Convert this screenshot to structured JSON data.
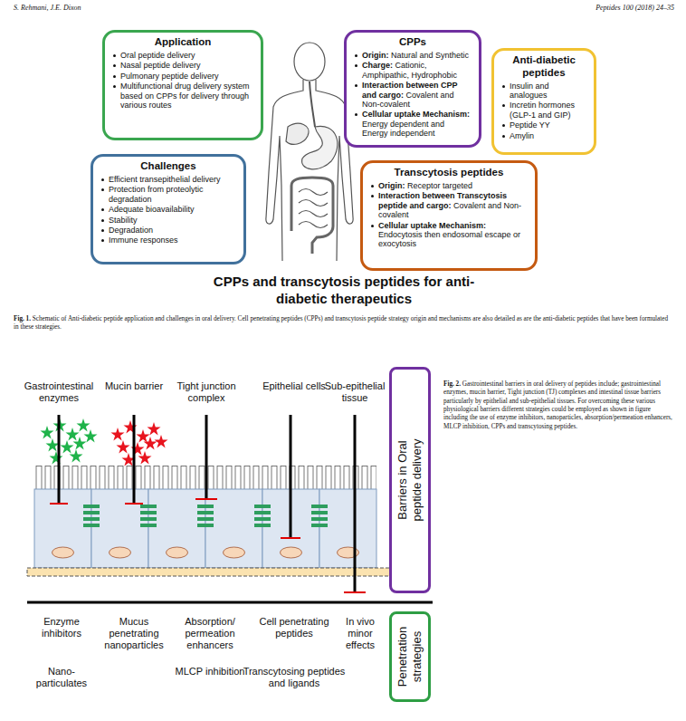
{
  "diagram": {
    "title": "CPPs and transcytosis peptides for anti-diabetic therapeutics",
    "caption": "Fig. 1. Schematic of Anti-diabetic peptide application and challenges in oral delivery. Cell penetrating peptides (CPPs) and transcytosis peptide strategy origin and mechanisms are also detailed as are the anti-diabetic peptides that have been formulated in these strategies.",
    "nodes": [
      {
        "text": [
          "Application",
          "Oral peptide delivery",
          "Nasal peptide delivery",
          "Pulmonary peptide delivery",
          "Multifunctional drug delivery system based on CPPs for delivery through various routes"
        ]
      },
      {
        "text": [
          "CPPs",
          "Origin: Natural and Synthetic",
          "Charge: Cationic, Amphipathic, Hydrophobic",
          "Interaction between CPP and cargo: Covalent and Non-covalent",
          "Cellular uptake Mechanism: Energy dependent and Energy independent"
        ]
      },
      {
        "text": [
          "Anti-diabetic peptides",
          "Insulin and analogues",
          "Incretin hormones (GLP-1 and GIP)",
          "Peptide YY",
          "Amylin"
        ]
      },
      {
        "text": [
          "Challenges",
          "Efficient transepithelial delivery",
          "Protection from proteolytic degradation",
          "Adequate bioavailability",
          "Stability",
          "Degradation",
          "Immune responses"
        ]
      },
      {
        "text": [
          "Transcytosis peptides",
          "Origin: Receptor targeted",
          "Interaction between Transcytosis peptide and cargo: Covalent and Non-covalent",
          "Cellular uptake Mechanism: Endocytosis then endosomal escape or exocytosis"
        ]
      },
      {
        "text": [
          "Barriers in Oral peptide delivery"
        ]
      },
      {
        "text": [
          "Penetration strategies"
        ]
      }
    ],
    "labels": [
      "S. Rehmani, J.E. Dixon",
      "Peptides 100 (2018) 24–35",
      "Gastrointestinal enzymes",
      "Mucin barrier",
      "Tight junction complex",
      "Epithelial cells",
      "Sub-epithelial tissue",
      "Enzyme inhibitors",
      "Mucus penetrating nanoparticles",
      "Absorption/ permeation enhancers",
      "Cell penetrating peptides",
      "In vivo minor effects",
      "Nano-particulates",
      "MLCP inhibition",
      "Transcytosing peptides and ligands",
      "Fig. 2. Gastrointestinal barriers in oral delivery of peptides include; gastrointestinal enzymes, mucin barrier, Tight junction (TJ) complexes and intestinal tissue barriers particularly by epithelial and sub-epithelial tissues. For overcoming these various physiological barriers different strategies could be employed as shown in figure including the use of enzyme inhibitors, nanoparticles, absorption/permeation enhancers, MLCP inhibition, CPPs and transcytosing peptides."
    ]
  }
}
